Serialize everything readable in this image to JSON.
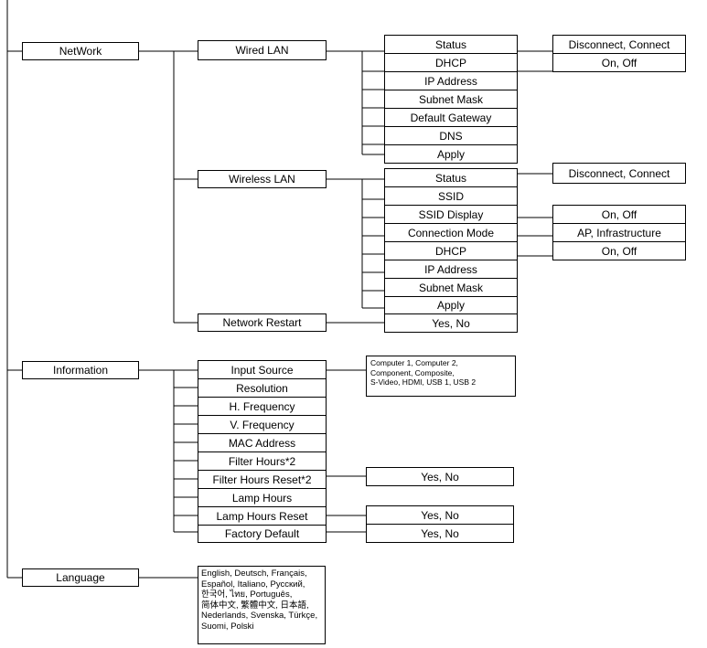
{
  "level1": {
    "network": "NetWork",
    "information": "Information",
    "language": "Language"
  },
  "network": {
    "wired_lan": "Wired LAN",
    "wireless_lan": "Wireless LAN",
    "network_restart": "Network Restart"
  },
  "wired": {
    "status": "Status",
    "dhcp": "DHCP",
    "ip_address": "IP Address",
    "subnet_mask": "Subnet Mask",
    "default_gateway": "Default Gateway",
    "dns": "DNS",
    "apply": "Apply",
    "status_options": "Disconnect, Connect",
    "dhcp_options": "On, Off"
  },
  "wireless": {
    "status": "Status",
    "ssid": "SSID",
    "ssid_display": "SSID Display",
    "connection_mode": "Connection Mode",
    "dhcp": "DHCP",
    "ip_address": "IP Address",
    "subnet_mask": "Subnet Mask",
    "apply": "Apply",
    "status_options": "Disconnect, Connect",
    "ssid_display_options": "On, Off",
    "connection_mode_options": "AP, Infrastructure",
    "dhcp_options": "On, Off"
  },
  "restart": {
    "options": "Yes, No"
  },
  "information": {
    "input_source": "Input Source",
    "resolution": "Resolution",
    "h_frequency": "H. Frequency",
    "v_frequency": "V. Frequency",
    "mac_address": "MAC Address",
    "filter_hours": "Filter Hours*2",
    "filter_hours_reset": "Filter Hours Reset*2",
    "lamp_hours": "Lamp Hours",
    "lamp_hours_reset": "Lamp Hours Reset",
    "factory_default": "Factory Default",
    "input_source_options": "Computer  1, Computer 2,\nComponent, Composite,\nS-Video, HDMI, USB 1, USB 2",
    "filter_hours_reset_options": "Yes, No",
    "lamp_hours_reset_options": "Yes, No",
    "factory_default_options": "Yes, No"
  },
  "language": {
    "options": "English, Deutsch, Français,\nEspañol, Italiano, Русский,\n한국어, ไทย, Português,\n简体中文, 繁體中文, 日本語,\nNederlands, Svenska, Türkçe,\nSuomi, Polski"
  }
}
